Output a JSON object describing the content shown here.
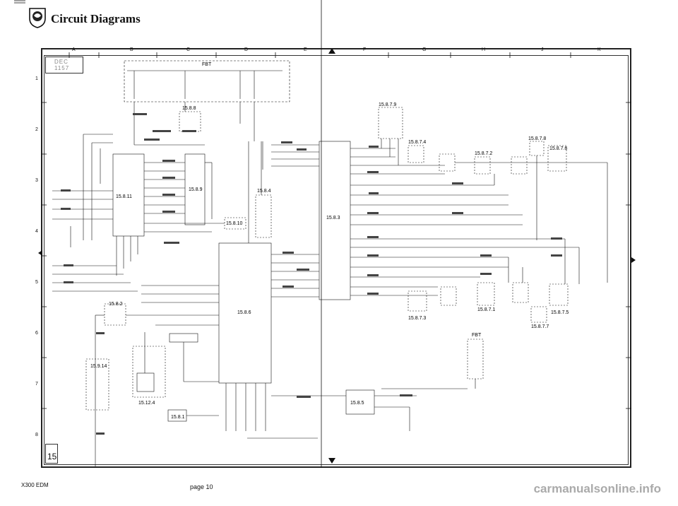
{
  "header": {
    "title": "Circuit Diagrams"
  },
  "columns": [
    "A",
    "B",
    "C",
    "D",
    "E",
    "F",
    "G",
    "H",
    "J",
    "K"
  ],
  "rows": [
    "1",
    "2",
    "3",
    "4",
    "5",
    "6",
    "7",
    "8"
  ],
  "stamp": {
    "date": "DEC 1157"
  },
  "sheet": {
    "number": "15"
  },
  "fbt_labels": {
    "top": "FBT",
    "right": "FBT"
  },
  "modules": {
    "m1588": "15.8.8",
    "m1589": "15.8.9",
    "m15811": "15.8.11",
    "m15810": "15.8.10",
    "m1584": "15.8.4",
    "m1583": "15.8.3",
    "m1586": "15.8.6",
    "m1582": "15.8.2",
    "m15914": "15.9.14",
    "m15124": "15.12.4",
    "m1581": "15.8.1",
    "m1585": "15.8.5",
    "m15879": "15.8.7.9",
    "m15874": "15.8.7.4",
    "m15872": "15.8.7.2",
    "m15878": "15.8.7.8",
    "m15876": "15.8.7.6",
    "m15873": "15.8.7.3",
    "m15871": "15.8.7.1",
    "m15875": "15.8.7.5",
    "m15877": "15.8.7.7"
  },
  "footer": {
    "model": "X300 EDM",
    "page": "page 10",
    "watermark": "carmanualsonline.info"
  }
}
